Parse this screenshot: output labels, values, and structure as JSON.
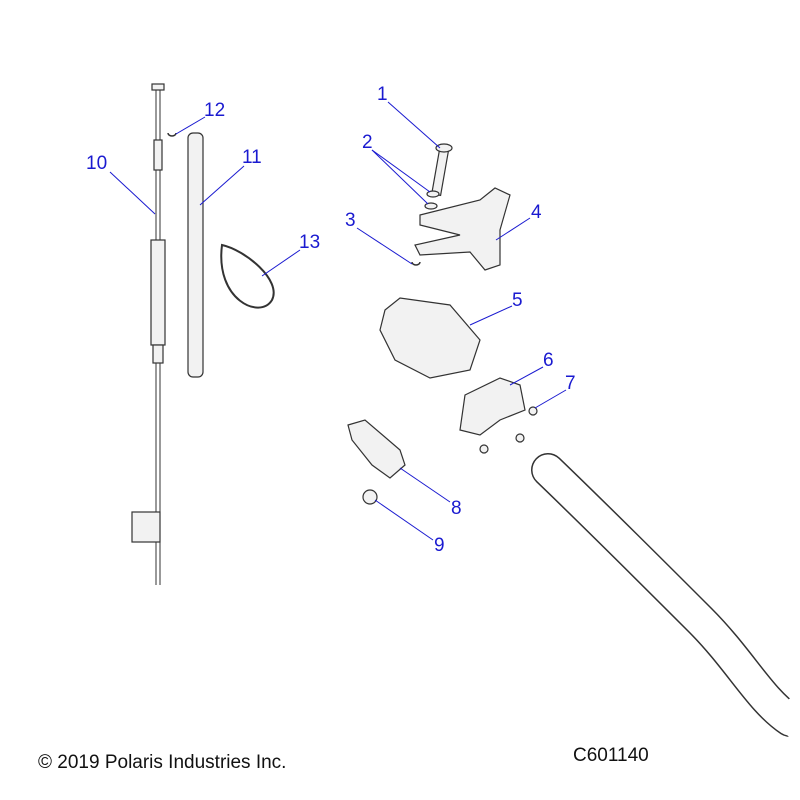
{
  "callouts": [
    "1",
    "2",
    "3",
    "4",
    "5",
    "6",
    "7",
    "8",
    "9",
    "10",
    "11",
    "12",
    "13"
  ],
  "footer": {
    "copyright": "© 2019 Polaris Industries Inc.",
    "diagram_id": "C601140"
  },
  "colors": {
    "callout": "#1a1ad0",
    "line": "#333333"
  }
}
